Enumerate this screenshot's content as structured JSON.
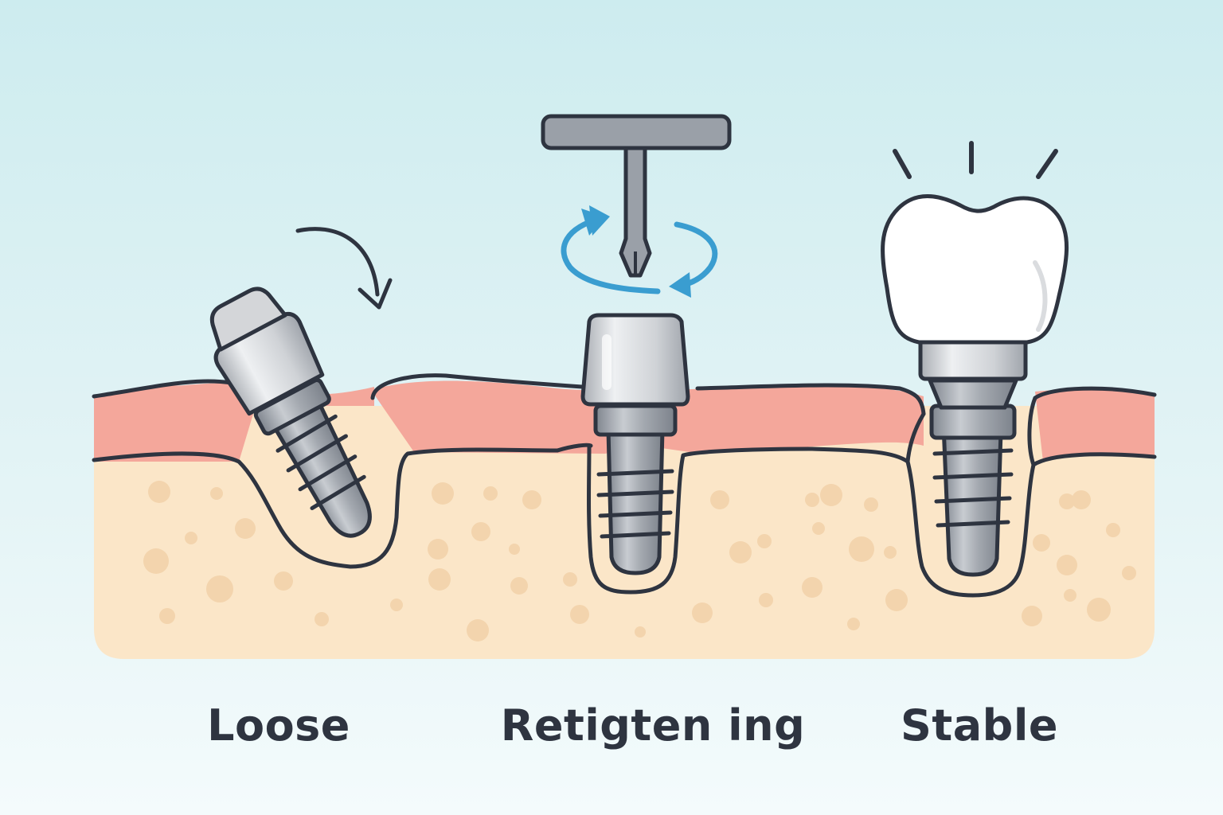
{
  "stages": [
    {
      "id": "loose",
      "label": "Loose"
    },
    {
      "id": "retightening",
      "label": "Retigten ing"
    },
    {
      "id": "stable",
      "label": "Stable"
    }
  ],
  "colors": {
    "background_top": "#cdecef",
    "gum": "#f4a79b",
    "bone": "#fbe6c8",
    "bone_dots": "#f3d4ad",
    "metal": "#9aa0a8",
    "metal_light": "#d7d9dc",
    "outline": "#3a3f4a",
    "rotation_arrow": "#3a9dd0",
    "crown": "#ffffff"
  },
  "icons": [
    "tilt-arrow-icon",
    "rotation-arrows-icon",
    "shine-lines-icon",
    "screwdriver-icon"
  ]
}
